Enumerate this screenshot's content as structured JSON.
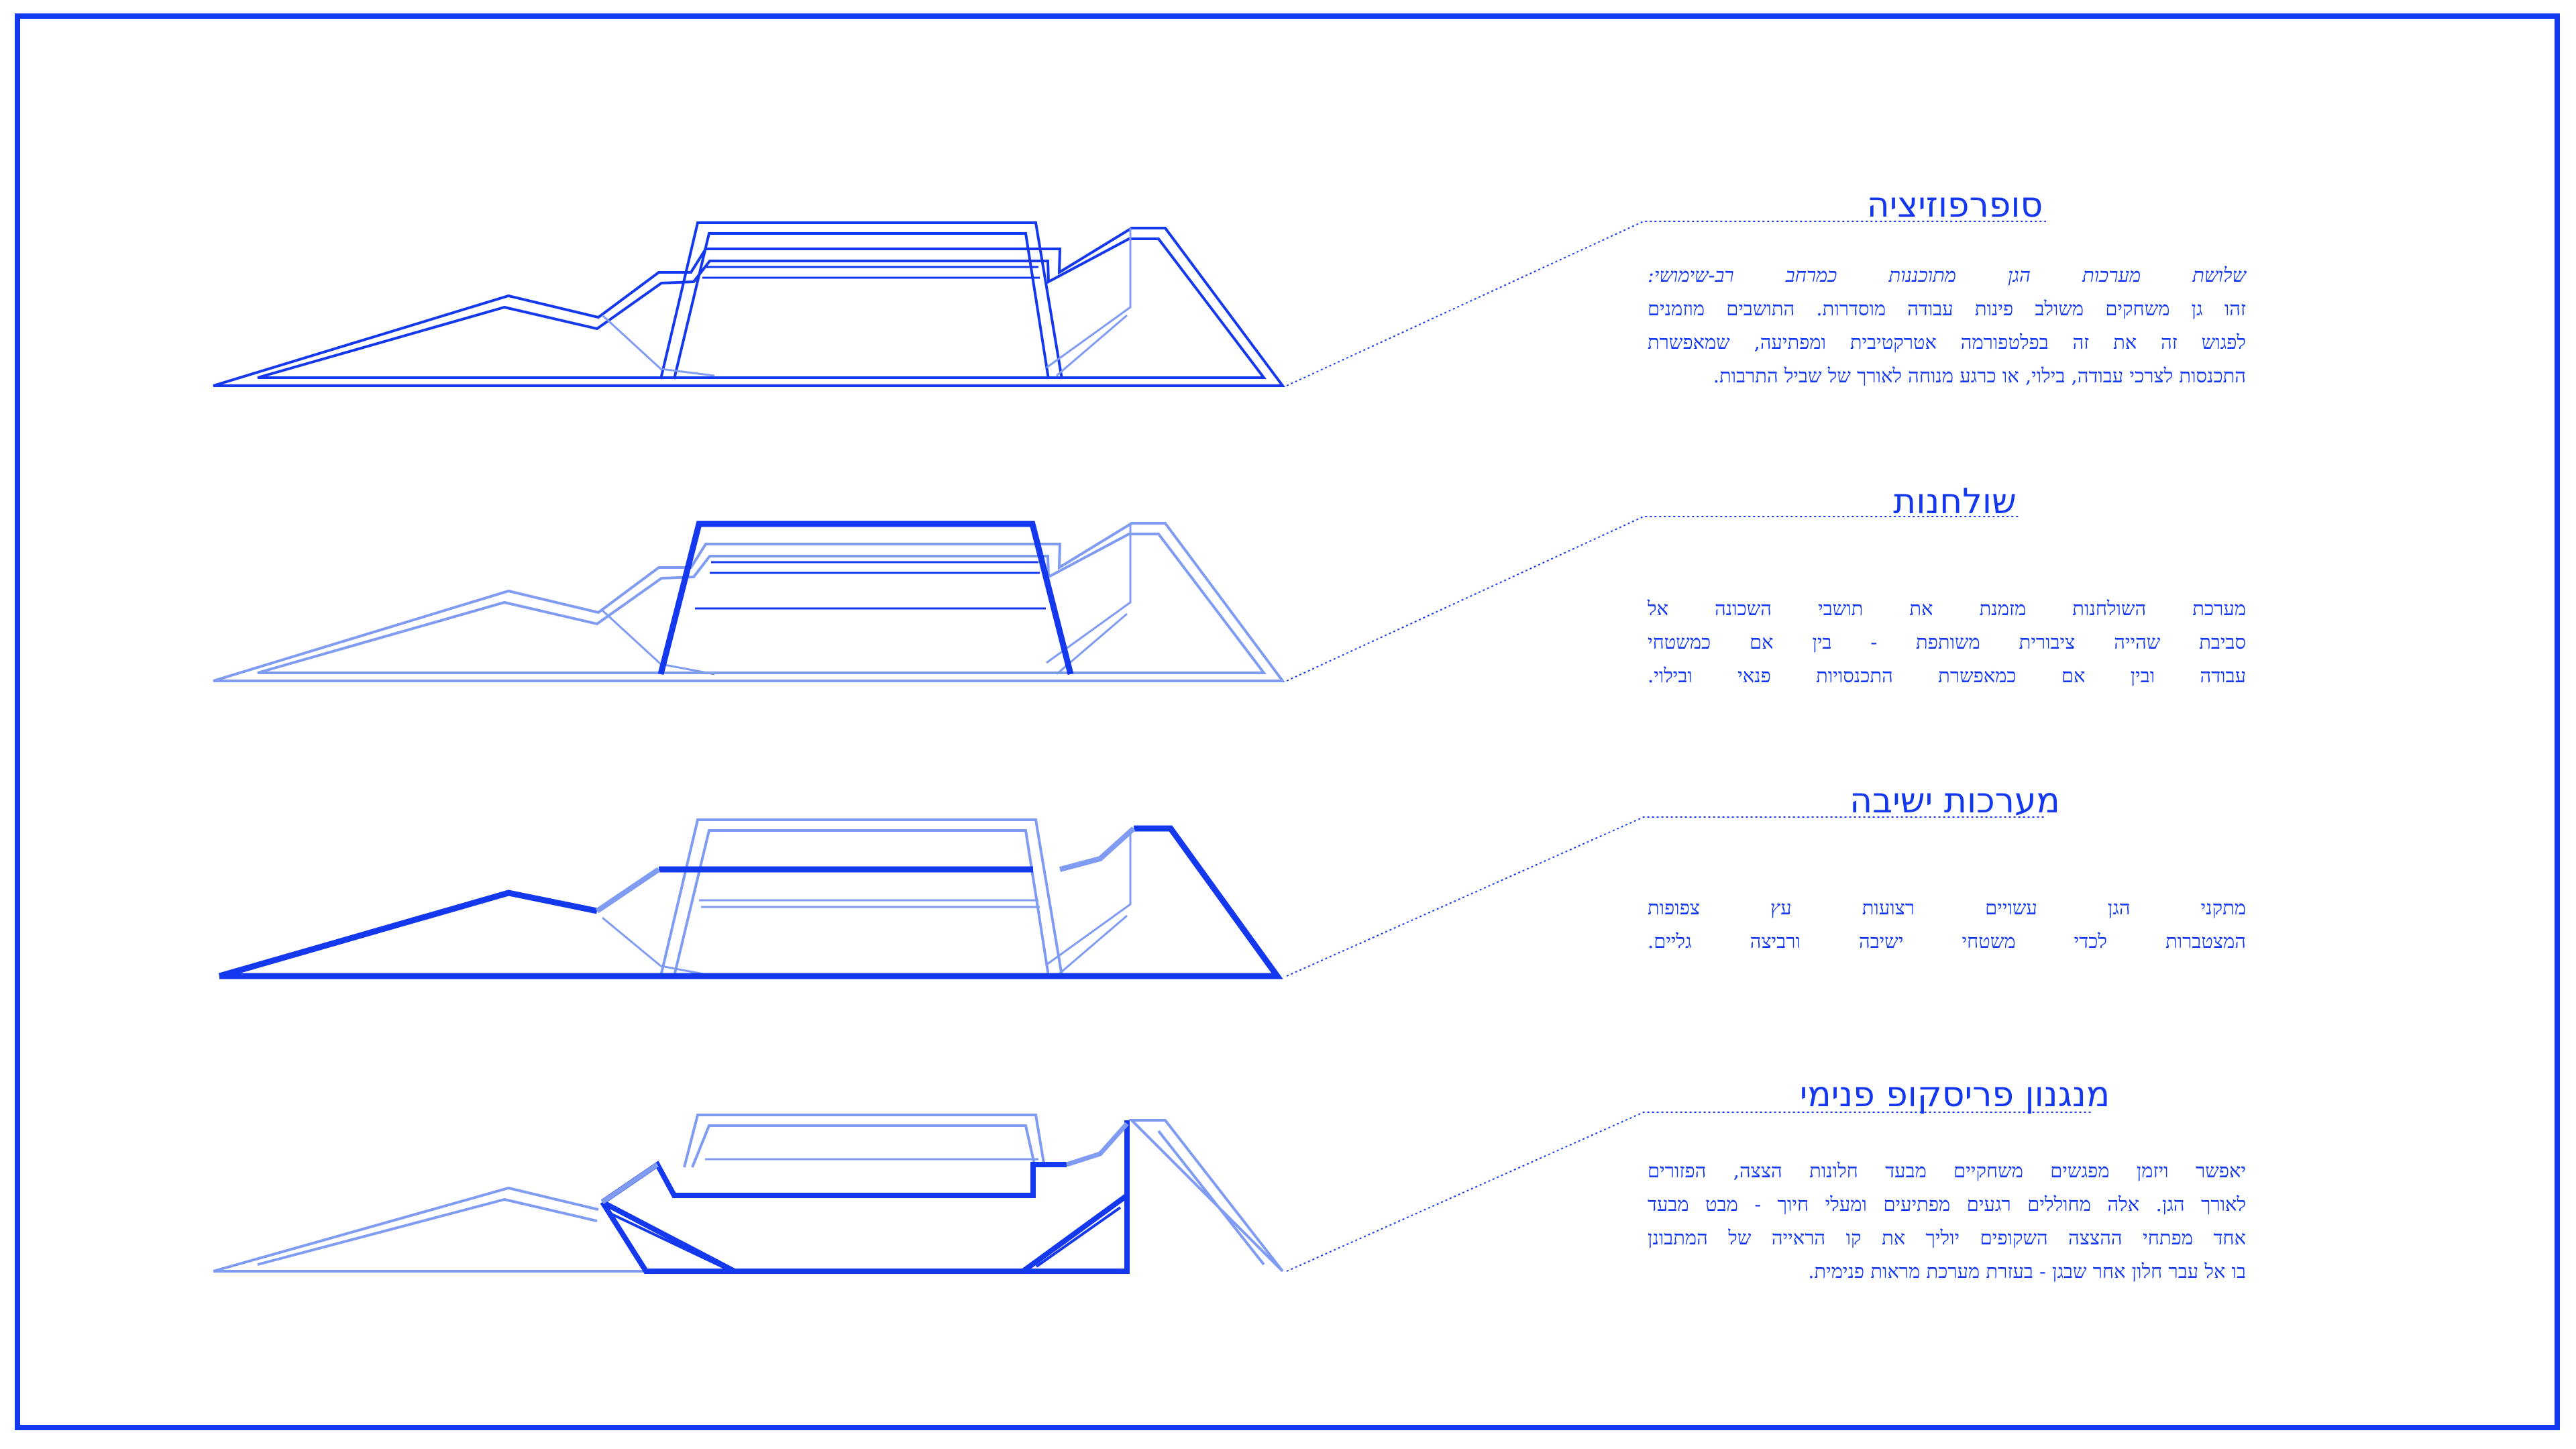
{
  "colors": {
    "accent": "#1438ee",
    "light": "#7f9bf2",
    "frame": "#1438ee"
  },
  "panels": [
    {
      "title": "סופרפוזיציה",
      "lines": [
        "שלושת מערכות הגן מתוכננות כמרחב רב-שימושי:",
        "זהו גן משחקים משולב פינות עבודה מוסדרות. התושבים מוזמנים",
        "לפגוש זה את זה בפלטפורמה אטרקטיבית ומפתיעה, שמאפשרת",
        "התכנסות לצרכי עבודה, בילוי, או כרגע מנוחה לאורך של שביל התרבות."
      ]
    },
    {
      "title": "שולחנות",
      "lines": [
        "מערכת השולחנות מזמנת את תושבי השכונה אל",
        "סביבת שהייה ציבורית משותפת - בין אם כמשטחי",
        "עבודה ובין אם כמאפשרת התכנסויות פנאי ובילוי."
      ]
    },
    {
      "title": "מערכות ישיבה",
      "lines": [
        "מתקני הגן עשויים רצועות עץ צפופות",
        "המצטברות לכדי משטחי ישיבה ורביצה גליים."
      ]
    },
    {
      "title": "מנגנון פריסקופ פנימי",
      "lines": [
        "יאפשר ויזמן מפגשים משחקיים מבעד חלונות הצצה, הפזורים",
        "לאורך הגן. אלה מחוללים רגעים מפתיעים ומעלי חיוך - מבט מבעד",
        "אחד מפתחי ההצצה השקופים יוליך את קו הראייה של המתבונן",
        "בו אל עבר חלון אחר שבגן - בעזרת מערכת מראות פנימית."
      ]
    }
  ]
}
